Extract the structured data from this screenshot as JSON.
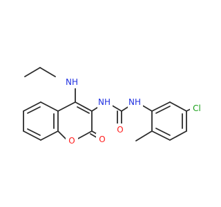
{
  "labels": {
    "nh_ethylamino": "NH",
    "nh_urea_left": "NH",
    "nh_urea_right": "NH",
    "o_carbonyl_urea": "O",
    "o_ring": "O",
    "o_carbonyl_coumarin": "O",
    "cl": "Cl"
  },
  "colors": {
    "bond": "#2b2b2b",
    "nitrogen": "#1f2fe0",
    "oxygen": "#ff1a1a",
    "chlorine": "#18a018"
  }
}
